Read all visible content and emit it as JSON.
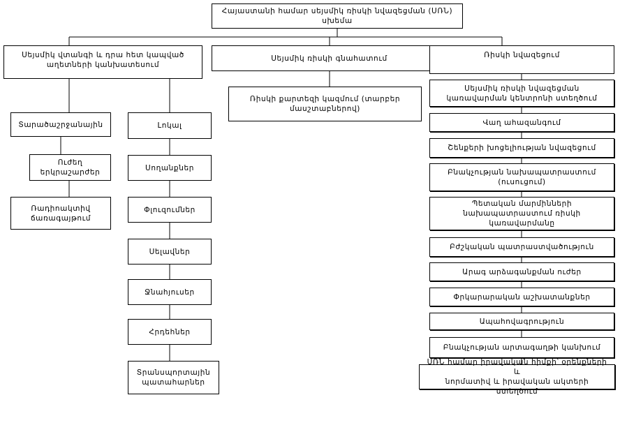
{
  "diagram": {
    "title": "Հայաստանի համար սեյսմիկ ռիսկի նվազեցման (ՍՌՆ)\nսխեմա",
    "branches": {
      "hazard": {
        "label": "Սեյսմիկ վտանգի և դրա հետ կապված\nաղետների կանխատեսում",
        "columns": {
          "regional": {
            "items": [
              "Տարածաշրջանային",
              "Ուժեղ\nերկրաշարժեր",
              "Ռադիոակտիվ\nճառագայթում"
            ]
          },
          "local": {
            "items": [
              "Լոկալ",
              "Սողանքներ",
              "Փլուզումներ",
              "Սելավներ",
              "Ջնահյուսեր",
              "Հրդեհներ",
              "Տրանսպորտային\nպատահարներ"
            ]
          }
        }
      },
      "assessment": {
        "label": "Սեյսմիկ ռիսկի գնահատում",
        "items": [
          "Ռիսկի քարտեզի կազմում (տարբեր\nմասշտաբներով)"
        ]
      },
      "reduction": {
        "label": "Ռիսկի նվազեցում",
        "items": [
          "Սեյսմիկ ռիսկի նվազեցման\nկառավարման կենտրոնի ստեղծում",
          "Վաղ ահազանգում",
          "Շենքերի խոցելիության նվազեցում",
          "Բնակչության նախապատրաստում\n(ուսուցում)",
          "Պետական մարմինների\nնախապատրաստում ռիսկի\nկառավարմանը",
          "Բժշկական պատրաստվածություն",
          "Արագ արձագանքման ուժեր",
          "Փրկարարական աշխատանքներ",
          "Ապահովագրություն",
          "Բնակչության արտագաղթի կանխում",
          "ՍՌՆ համար իրավական հիմքի՝ օրենքների և\nնորմատիվ և իրավական ակտերի ստեղծում"
        ]
      }
    }
  }
}
